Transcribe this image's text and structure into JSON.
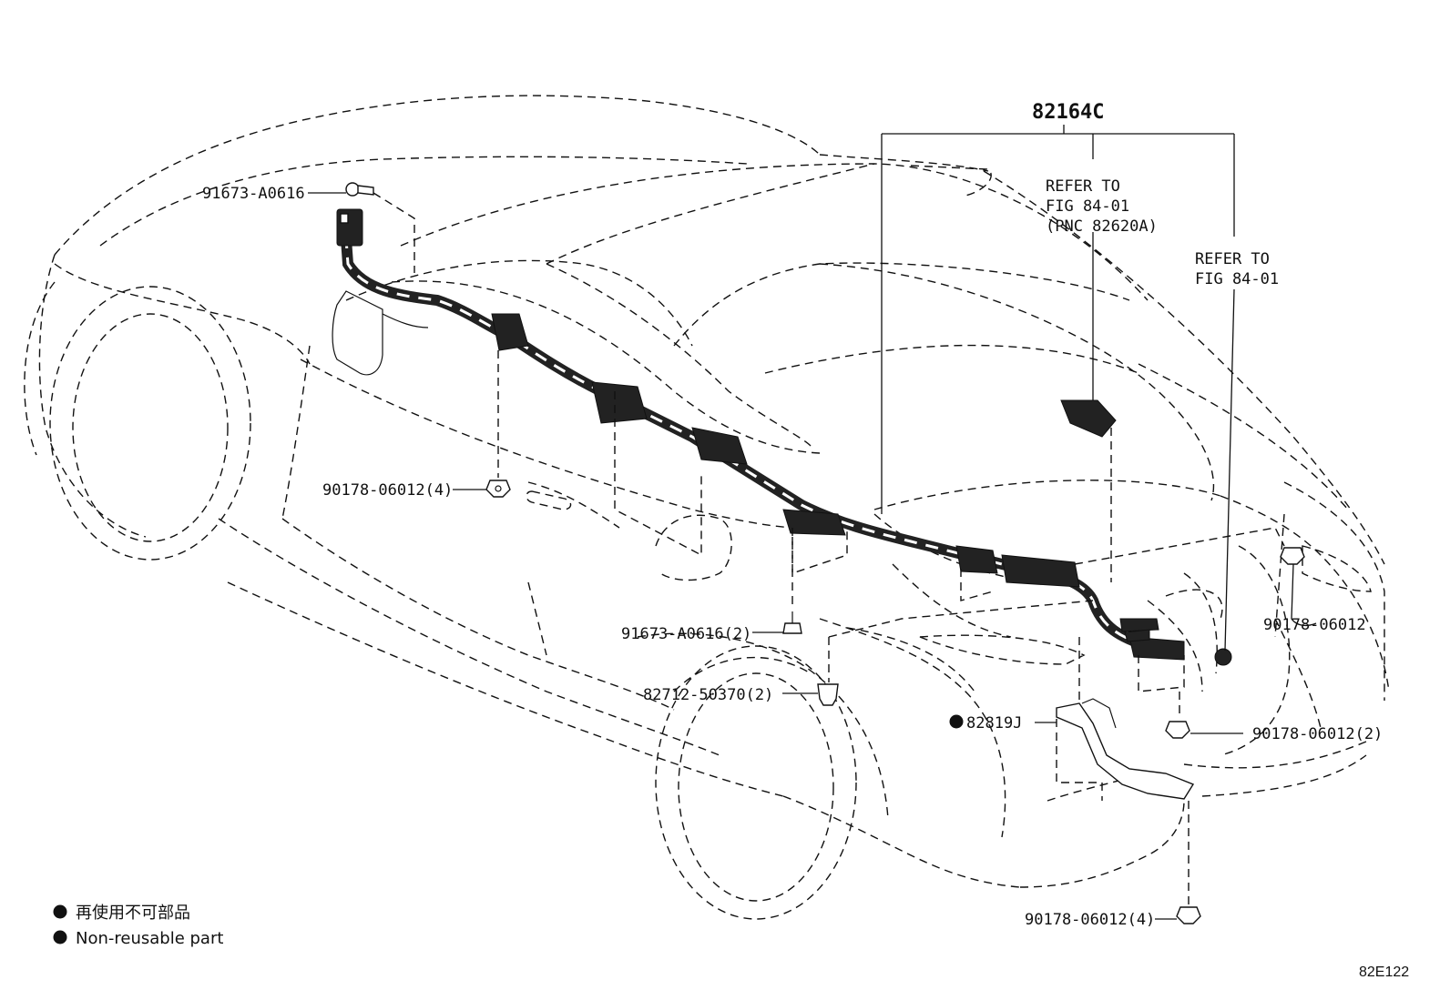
{
  "labels": {
    "assembly": "82164C",
    "refer_1": [
      "REFER TO",
      "FIG 84-01",
      "(PNC 82620A)"
    ],
    "refer_2": [
      "REFER TO",
      "FIG 84-01"
    ],
    "part_91673_top": "91673-A0616",
    "part_90178_left": "90178-06012(4)",
    "part_91673_mid": "91673-A0616(2)",
    "part_82712": "82712-50370(2)",
    "part_82819": "82819J",
    "part_90178_right": "90178-06012",
    "part_90178_right2": "90178-06012(2)",
    "part_90178_bottom": "90178-06012(4)"
  },
  "legend": {
    "line1": "再使用不可部品",
    "line2": "Non-reusable part"
  },
  "figure_code": "82E122"
}
